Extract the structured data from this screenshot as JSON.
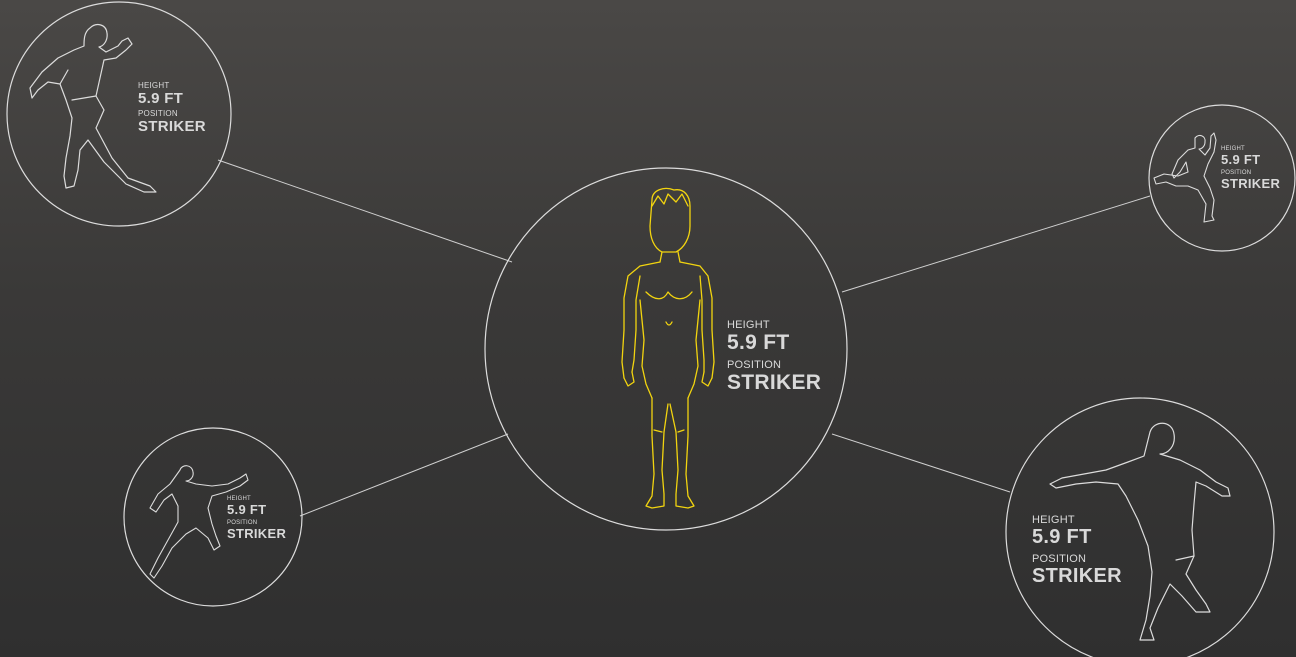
{
  "colors": {
    "background_top": "#4a4846",
    "background_bottom": "#2f2f2f",
    "outline": "#dcdcdc",
    "center_figure": "#f2d40f"
  },
  "players": {
    "top_left": {
      "height_label": "HEIGHT",
      "height_value": "5.9 FT",
      "position_label": "POSITION",
      "position_value": "STRIKER",
      "figure": "player-celebrating-silhouette"
    },
    "top_right": {
      "height_label": "HEIGHT",
      "height_value": "5.9 FT",
      "position_label": "POSITION",
      "position_value": "STRIKER",
      "figure": "player-kicking-silhouette"
    },
    "center": {
      "height_label": "HEIGHT",
      "height_value": "5.9 FT",
      "position_label": "POSITION",
      "position_value": "STRIKER",
      "figure": "standing-body-outline"
    },
    "bottom_left": {
      "height_label": "HEIGHT",
      "height_value": "5.9 FT",
      "position_label": "POSITION",
      "position_value": "STRIKER",
      "figure": "player-volley-silhouette"
    },
    "bottom_right": {
      "height_label": "HEIGHT",
      "height_value": "5.9 FT",
      "position_label": "POSITION",
      "position_value": "STRIKER",
      "figure": "player-striding-silhouette"
    }
  }
}
